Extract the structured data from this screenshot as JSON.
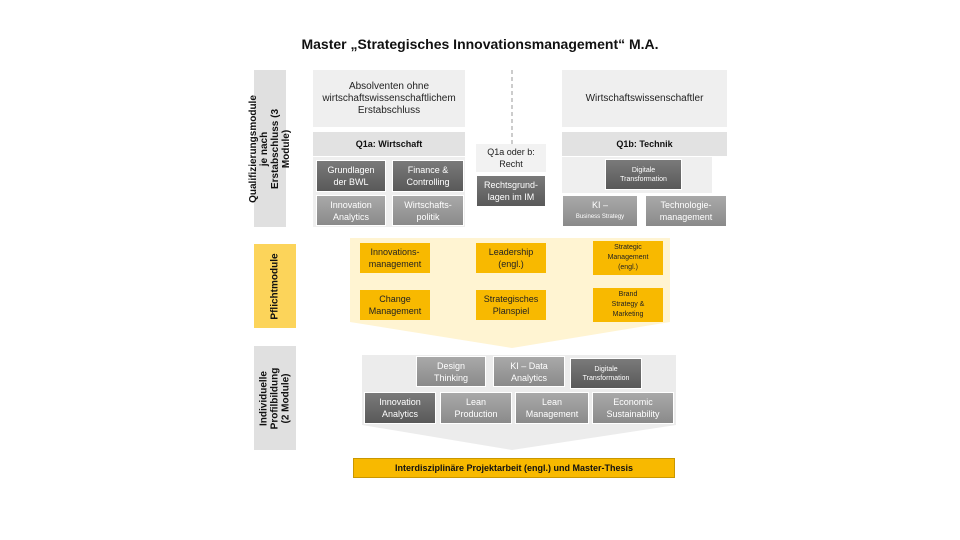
{
  "title": "Master „Strategisches Innovationsmanagement“ M.A.",
  "side_labels": {
    "qualification": "Qualifizierungsmodule je nach\nErstabschluss (3 Module)",
    "mandatory": "Pflichtmodule",
    "profile": "Individuelle\nProfilbildung\n(2 Module)"
  },
  "qualification": {
    "left_heading": "Absolventen ohne\nwirtschaftswissenschaftlichem\nErstabschluss",
    "right_heading": "Wirtschaftswissenschaftler",
    "q1a": {
      "label": "Q1a: Wirtschaft",
      "modules": [
        "Grundlagen\nder BWL",
        "Finance &\nControlling",
        "Innovation\nAnalytics",
        "Wirtschafts-\npolitik"
      ]
    },
    "center": {
      "label": "Q1a oder b:\nRecht",
      "module": "Rechtsgrund-\nlagen im IM"
    },
    "q1b": {
      "label": "Q1b: Technik",
      "module_top": "Digitale\nTransformation",
      "module_ki": "KI –",
      "module_ki_sub": "Business Strategy",
      "module_tech": "Technologie-\nmanagement"
    }
  },
  "mandatory_modules": [
    "Innovations-\nmanagement",
    "Leadership\n(engl.)",
    "Strategic\nManagement\n(engl.)",
    "Change\nManagement",
    "Strategisches\nPlanspiel",
    "Brand\nStrategy &\nMarketing"
  ],
  "profile_modules": {
    "row1": [
      "Design\nThinking",
      "KI – Data\nAnalytics",
      "Digitale\nTransformation"
    ],
    "row2": [
      "Innovation\nAnalytics",
      "Lean\nProduction",
      "Lean\nManagement",
      "Economic\nSustainability"
    ]
  },
  "final": "Interdisziplinäre Projektarbeit (engl.) und Master-Thesis",
  "colors": {
    "gold": "#f8b900",
    "gold_light": "#fcd45a",
    "arrow_fill": "#fff4d2",
    "grey_arrow": "#e6e6e6"
  }
}
